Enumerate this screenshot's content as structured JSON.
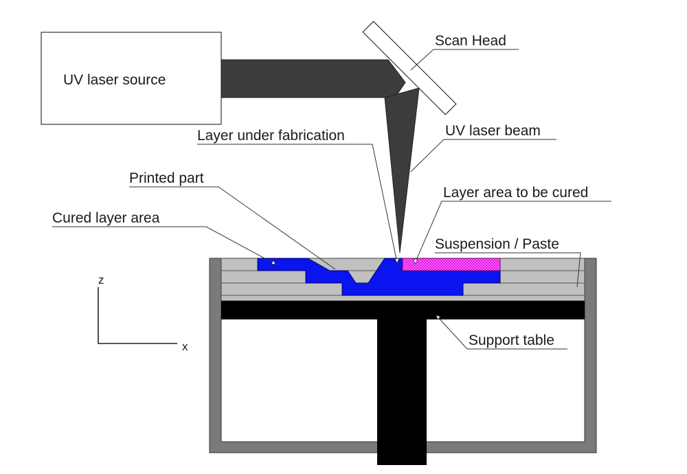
{
  "labels": {
    "laser_source": "UV laser source",
    "scan_head": "Scan Head",
    "layer_under_fabrication": "Layer under fabrication",
    "uv_laser_beam": "UV laser beam",
    "printed_part": "Printed part",
    "layer_area_to_be_cured": "Layer area to be cured",
    "cured_layer_area": "Cured layer area",
    "suspension_paste": "Suspension / Paste",
    "support_table": "Support table"
  },
  "axes": {
    "z": "z",
    "x": "x"
  },
  "colors": {
    "vat_wall": "#7a7a7a",
    "suspension": "#c0c0c0",
    "cured_part": "#0a14f0",
    "area_to_cure": "#e600e6",
    "beam": "#3c3c3c",
    "table": "#000000"
  }
}
